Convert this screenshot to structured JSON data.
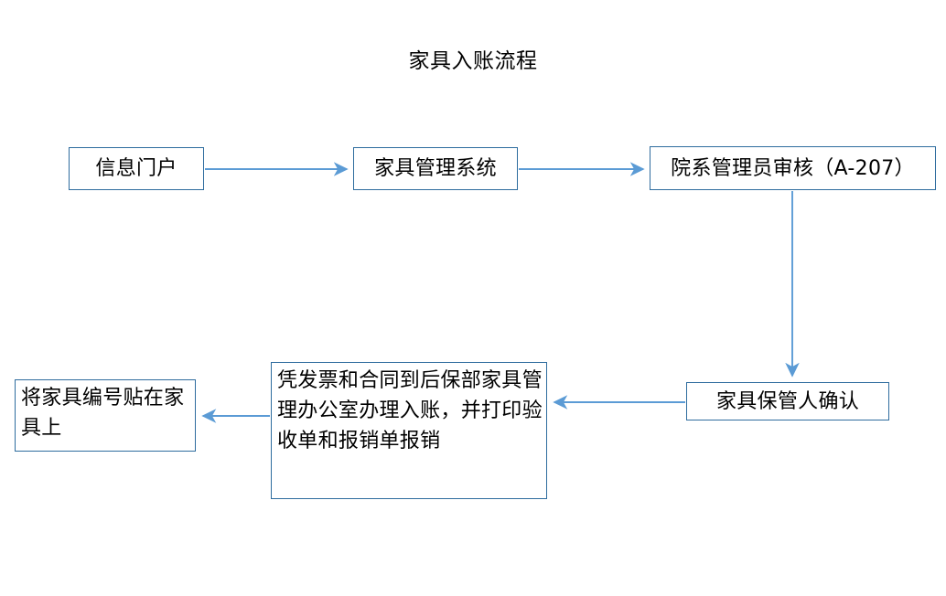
{
  "diagram": {
    "title": "家具入账流程",
    "accent_border": "#2e6c9e",
    "accent_arrow": "#5b9bd5",
    "background": "#ffffff",
    "nodes": [
      {
        "id": "portal",
        "label": "信息门户"
      },
      {
        "id": "system",
        "label": "家具管理系统"
      },
      {
        "id": "review",
        "label": "院系管理员审核（A-207）"
      },
      {
        "id": "keeper",
        "label": "家具保管人确认"
      },
      {
        "id": "register",
        "label": "凭发票和合同到后保部家具管理办公室办理入账，并打印验收单和报销单报销"
      },
      {
        "id": "labeling",
        "label": "将家具编号贴在家具上"
      }
    ],
    "edges": [
      {
        "from": "portal",
        "to": "system",
        "direction": "right"
      },
      {
        "from": "system",
        "to": "review",
        "direction": "right"
      },
      {
        "from": "review",
        "to": "keeper",
        "direction": "down"
      },
      {
        "from": "keeper",
        "to": "register",
        "direction": "left"
      },
      {
        "from": "register",
        "to": "labeling",
        "direction": "left"
      }
    ]
  }
}
